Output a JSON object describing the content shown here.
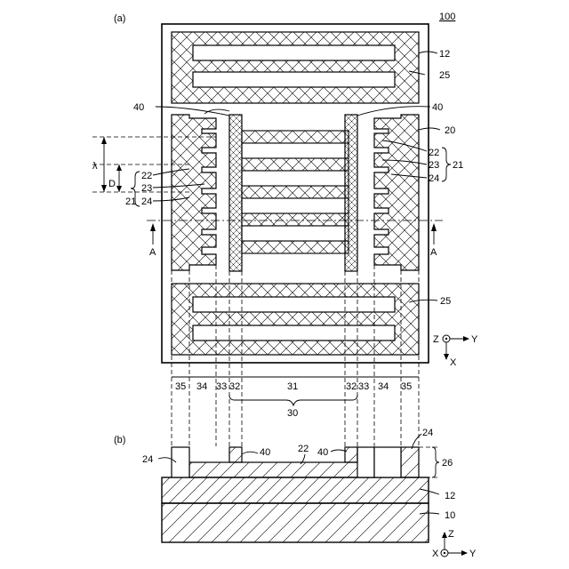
{
  "figure": {
    "ref_number": "100",
    "panel_a_label": "(a)",
    "panel_b_label": "(b)"
  },
  "panel_a_labels": {
    "l_12": "12",
    "l_25_top": "25",
    "l_40_left": "40",
    "l_40_right": "40",
    "l_20": "20",
    "l_22_right": "22",
    "l_23_right": "23",
    "l_24_right": "24",
    "l_21_right": "21",
    "l_22_left": "22",
    "l_23_left": "23",
    "l_24_left": "24",
    "l_21_left": "21",
    "l_lambda": "λ",
    "l_D": "D",
    "l_A_left": "A",
    "l_A_right": "A",
    "l_25_bottom": "25",
    "axis_z": "Z",
    "axis_y": "Y",
    "axis_x": "X"
  },
  "dimension_labels": {
    "d35_left": "35",
    "d34_left": "34",
    "d33_left": "33",
    "d32_left": "32",
    "d31": "31",
    "d32_right": "32",
    "d33_right": "33",
    "d34_right": "34",
    "d35_right": "35",
    "d30": "30"
  },
  "panel_b_labels": {
    "l_24_left": "24",
    "l_40_left": "40",
    "l_22": "22",
    "l_40_right": "40",
    "l_24_right": "24",
    "l_26": "26",
    "l_12": "12",
    "l_10": "10",
    "axis_z": "Z",
    "axis_x": "X",
    "axis_y": "Y"
  }
}
